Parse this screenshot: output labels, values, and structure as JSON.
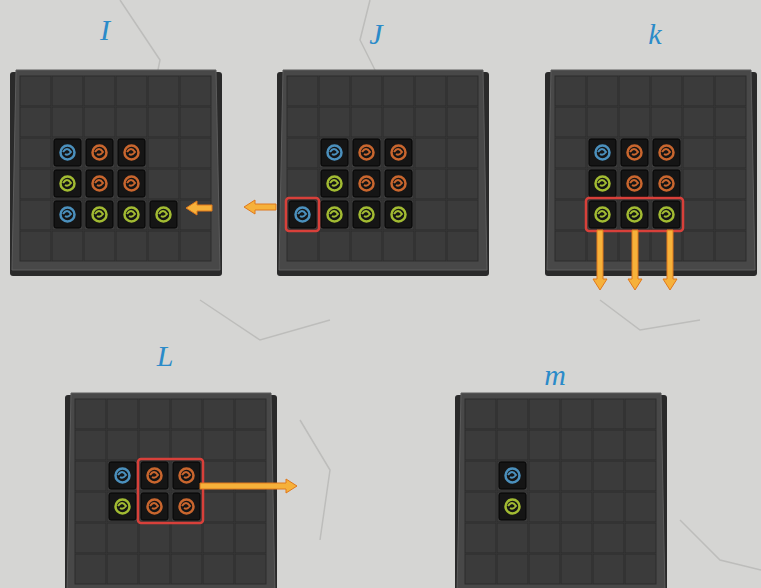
{
  "diagram": {
    "labels": [
      "I",
      "J",
      "k",
      "L",
      "m"
    ]
  }
}
